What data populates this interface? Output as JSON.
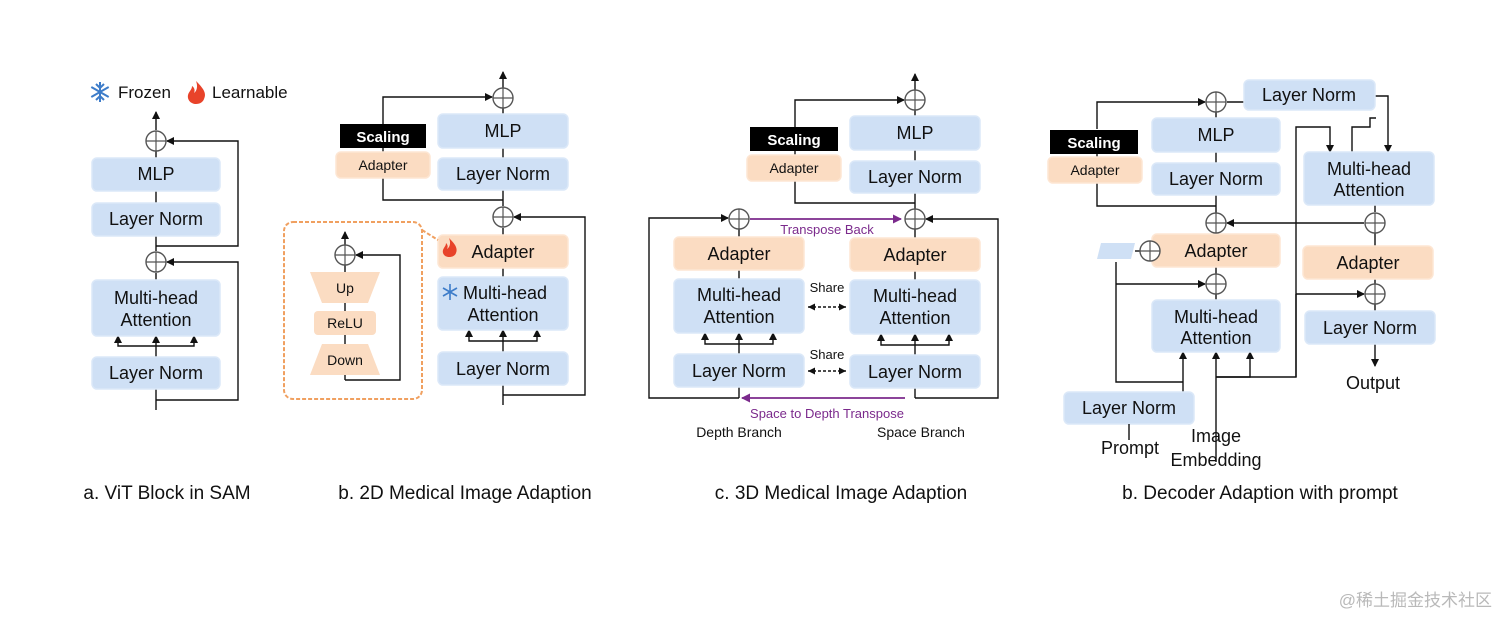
{
  "legend": {
    "frozen": "Frozen",
    "learnable": "Learnable"
  },
  "common": {
    "mlp": "MLP",
    "layer_norm": "Layer Norm",
    "mha_line1": "Multi-head",
    "mha_line2": "Attention",
    "adapter": "Adapter",
    "scaling": "Scaling"
  },
  "panel_b": {
    "up": "Up",
    "relu": "ReLU",
    "down": "Down"
  },
  "panel_c": {
    "transpose_back": "Transpose Back",
    "share": "Share",
    "space_to_depth": "Space to Depth Transpose",
    "depth_branch": "Depth Branch",
    "space_branch": "Space Branch"
  },
  "panel_d": {
    "output": "Output",
    "prompt": "Prompt",
    "image_line1": "Image",
    "image_line2": "Embedding"
  },
  "captions": {
    "a": "a. ViT Block in SAM",
    "b": "b. 2D Medical Image Adaption",
    "c": "c. 3D Medical Image Adaption",
    "d": "b. Decoder Adaption with prompt"
  },
  "watermark": "@稀土掘金技术社区",
  "colors": {
    "frozen_block": "#cfe0f5",
    "learnable_block": "#fbdcc2",
    "accent_purple": "#7b2a8c",
    "zoom_border": "#f0a060",
    "flame": "#e8432a",
    "snowflake": "#3d7cc9"
  },
  "icons": {
    "frozen": "snowflake-icon",
    "learnable": "flame-icon"
  }
}
